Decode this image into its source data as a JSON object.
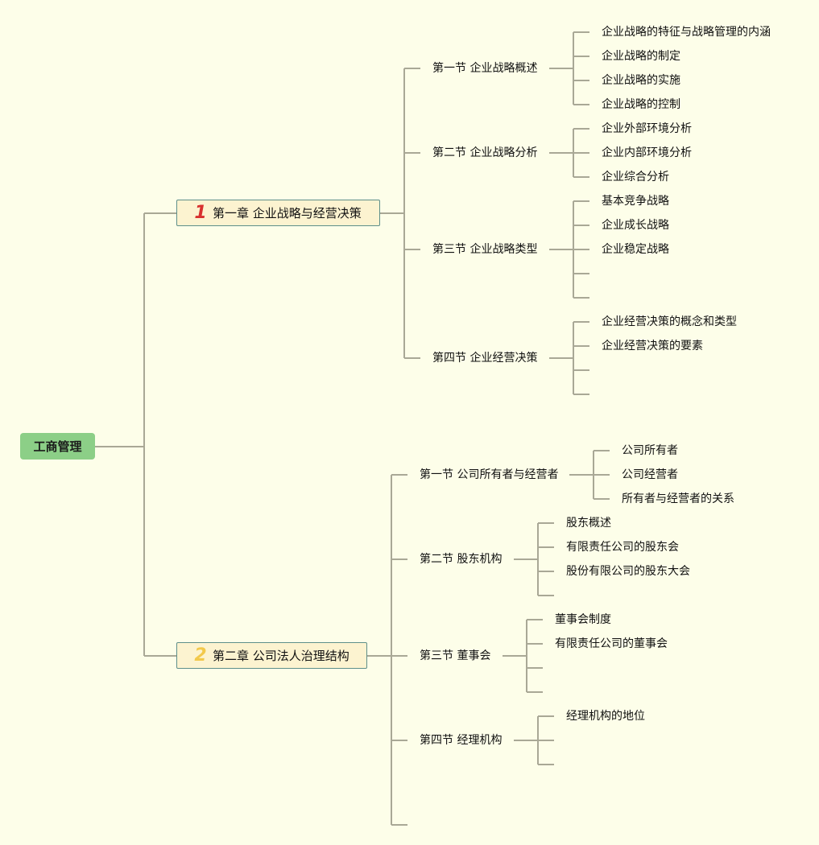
{
  "root": {
    "label": "工商管理"
  },
  "chapters": [
    {
      "badge": "1",
      "badge_color": "#d8312f",
      "label": "第一章 企业战略与经营决策",
      "sections": [
        {
          "label": "第一节 企业战略概述",
          "items": [
            "企业战略的特征与战略管理的内涵",
            "企业战略的制定",
            "企业战略的实施",
            "企业战略的控制"
          ]
        },
        {
          "label": "第二节 企业战略分析",
          "items": [
            "企业外部环境分析",
            "企业内部环境分析",
            "企业综合分析"
          ]
        },
        {
          "label": "第三节 企业战略类型",
          "items": [
            "基本竞争战略",
            "企业成长战略",
            "企业稳定战略",
            "",
            ""
          ]
        },
        {
          "label": "第四节 企业经营决策",
          "items": [
            "企业经营决策的概念和类型",
            "企业经营决策的要素",
            "",
            ""
          ]
        }
      ]
    },
    {
      "badge": "2",
      "badge_color": "#f2c94c",
      "label": "第二章 公司法人治理结构",
      "sections": [
        {
          "label": "第一节 公司所有者与经营者",
          "items": [
            "公司所有者",
            "公司经营者",
            "所有者与经营者的关系"
          ]
        },
        {
          "label": "第二节 股东机构",
          "items": [
            "股东概述",
            "有限责任公司的股东会",
            "股份有限公司的股东大会",
            ""
          ]
        },
        {
          "label": "第三节 董事会",
          "items": [
            "董事会制度",
            "有限责任公司的董事会",
            "",
            ""
          ]
        },
        {
          "label": "第四节 经理机构",
          "items": [
            "经理机构的地位",
            "",
            ""
          ]
        },
        {
          "label": "",
          "items": []
        }
      ]
    }
  ]
}
